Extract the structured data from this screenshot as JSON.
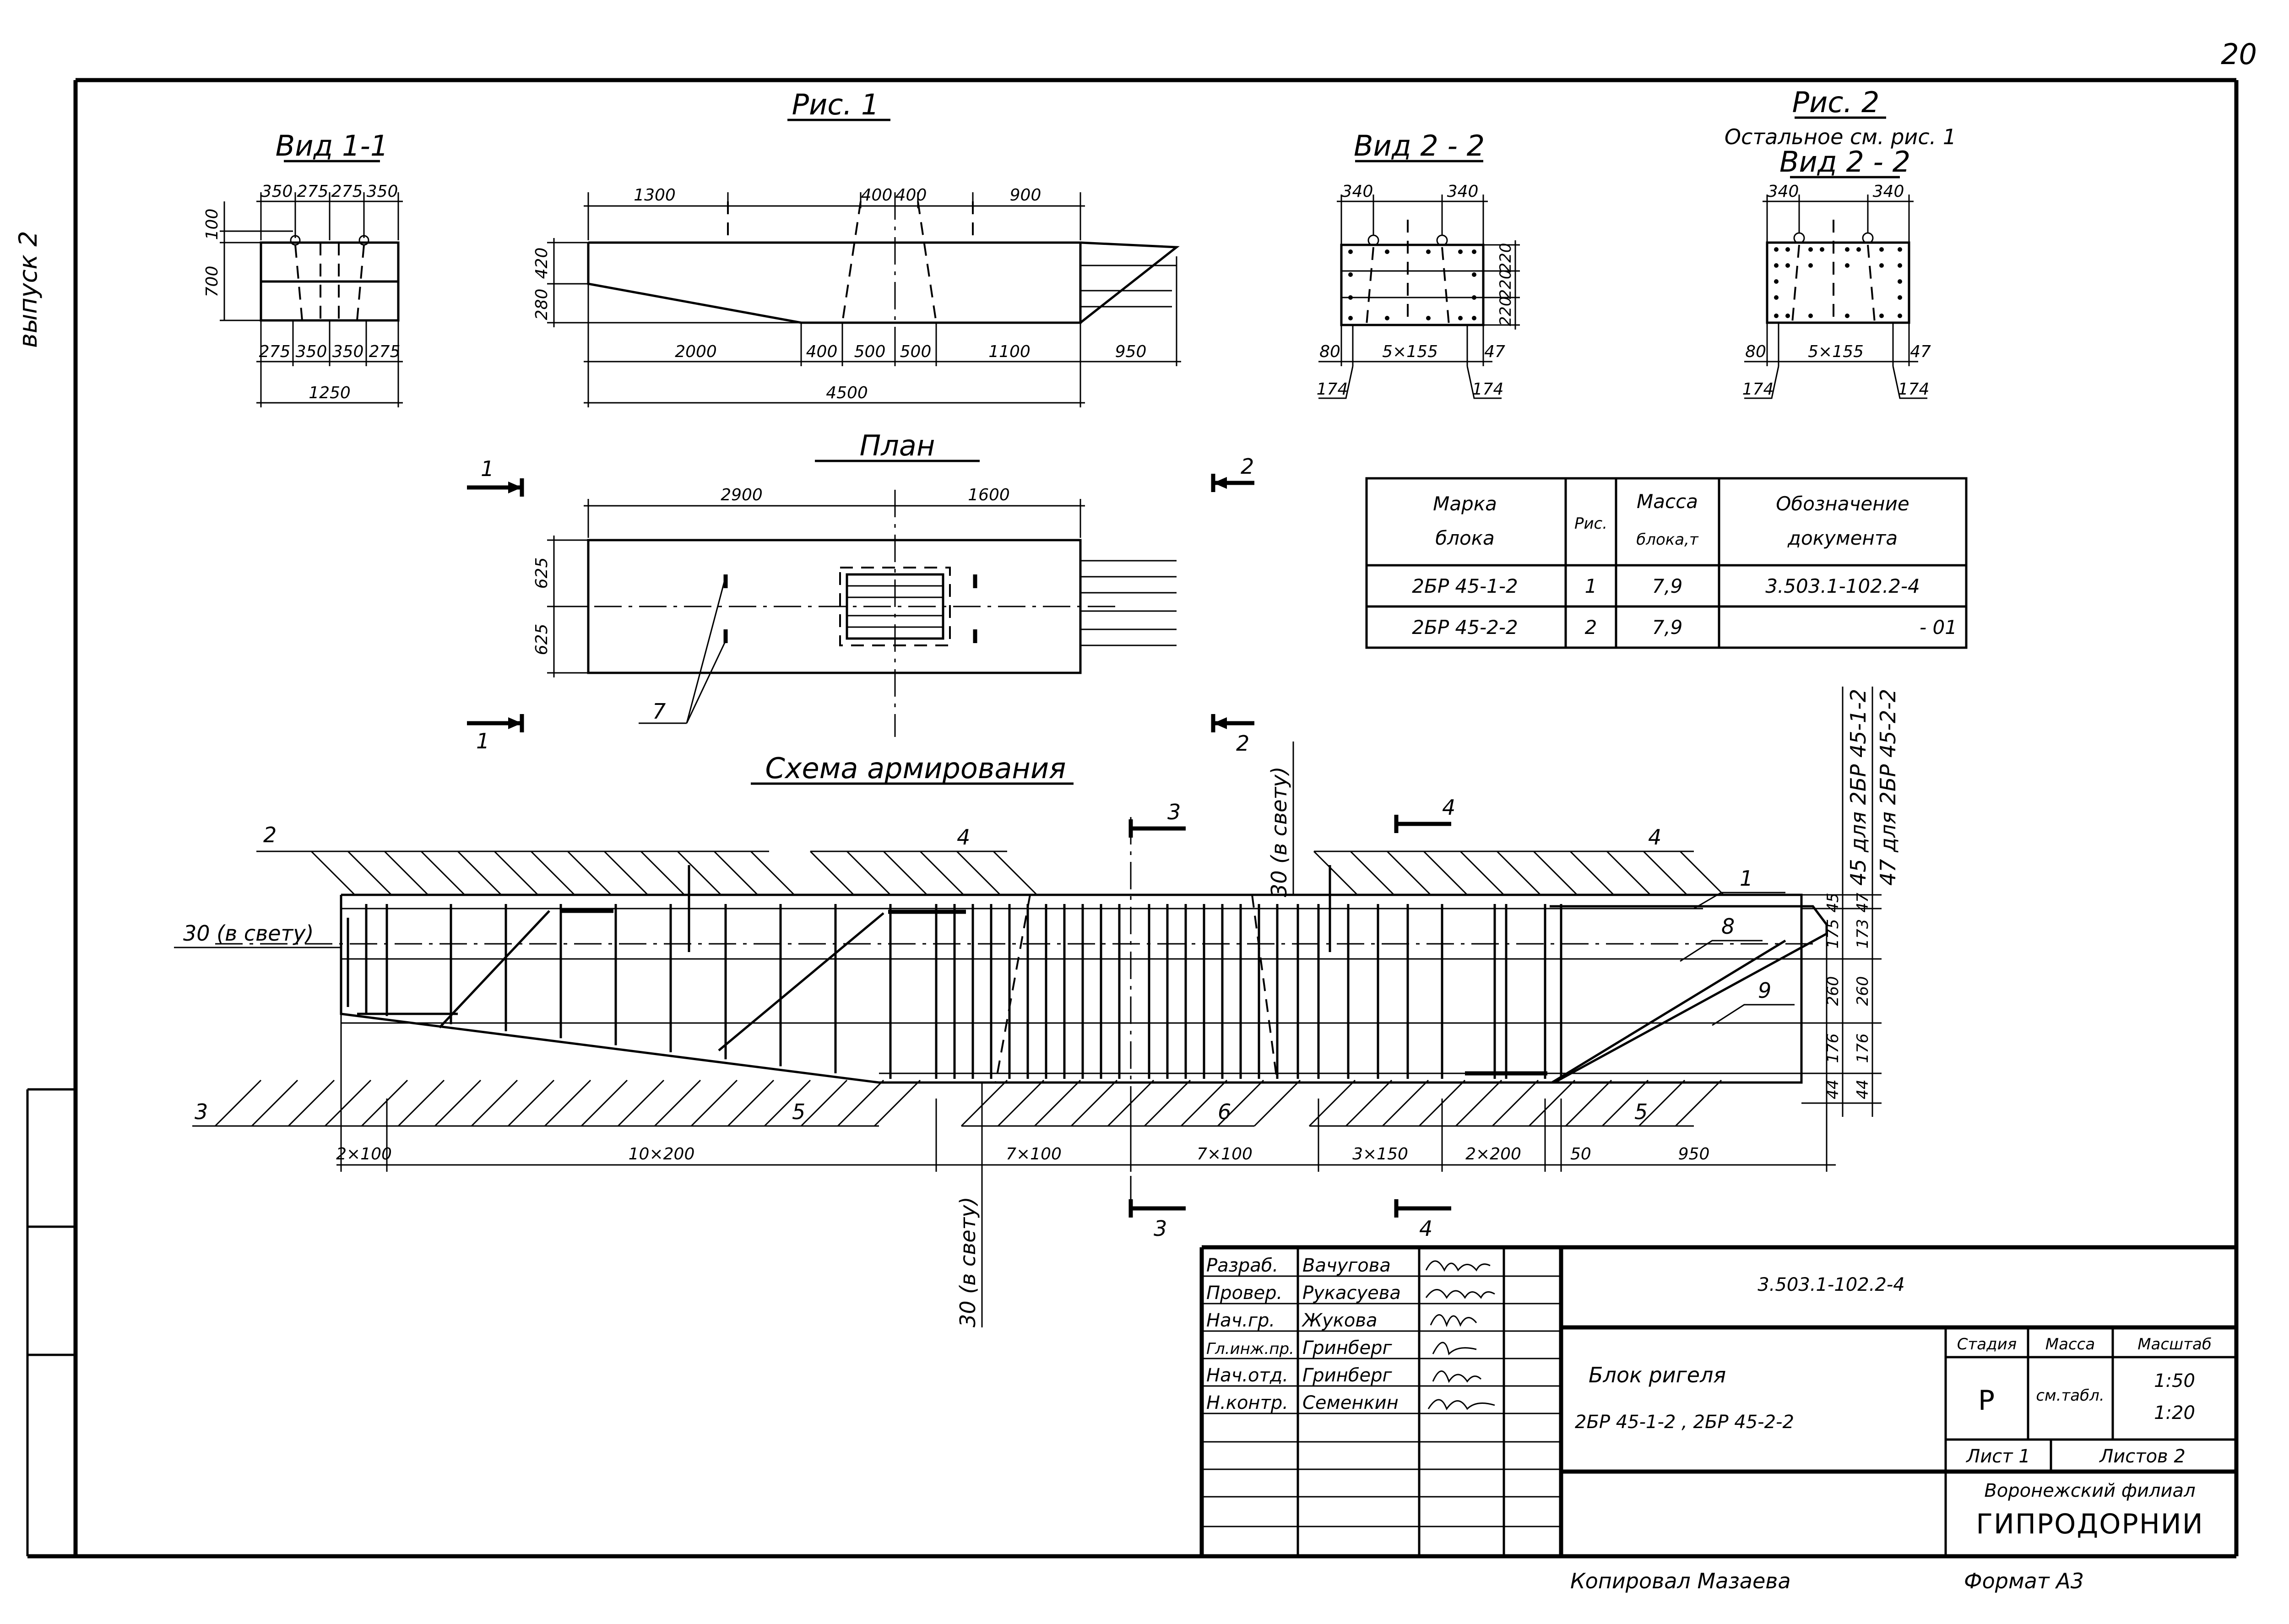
{
  "page_number": "20",
  "side_label": "выпуск 2",
  "fig1": {
    "title": "Рис. 1",
    "elev_dims_top": [
      "1300",
      "400",
      "400",
      "900"
    ],
    "elev_dims_left": [
      "420",
      "280"
    ],
    "elev_dims_bottom": [
      "2000",
      "400",
      "500",
      "500",
      "1100",
      "950"
    ],
    "elev_total": "4500"
  },
  "view11": {
    "title": "Вид 1-1",
    "top_dims": [
      "350",
      "275",
      "275",
      "350"
    ],
    "left_dims": [
      "100",
      "700"
    ],
    "bottom_dims": [
      "275",
      "350",
      "350",
      "275"
    ],
    "total": "1250"
  },
  "view22a": {
    "title": "Вид 2 - 2",
    "top_dims": [
      "340",
      "340"
    ],
    "right_dims": [
      "220",
      "220",
      "220"
    ],
    "bottom_dims": [
      "80",
      "5×155",
      "47"
    ],
    "under_dims": [
      "174",
      "174"
    ]
  },
  "fig2": {
    "title": "Рис. 2",
    "note": "Остальное см. рис. 1",
    "view_title": "Вид 2 - 2",
    "top_dims": [
      "340",
      "340"
    ],
    "bottom_dims": [
      "80",
      "5×155",
      "47"
    ],
    "under_dims": [
      "174",
      "174"
    ]
  },
  "plan": {
    "title": "План",
    "top_dims": [
      "2900",
      "1600"
    ],
    "left_dims": [
      "625",
      "625"
    ],
    "section_marks": [
      "1",
      "1",
      "2",
      "2"
    ],
    "callout": "7"
  },
  "table": {
    "headers": [
      "Марка блока",
      "Рис.",
      "Масса блока,т",
      "Обозначение документа"
    ],
    "rows": [
      [
        "2БР 45-1-2",
        "1",
        "7,9",
        "3.503.1-102.2-4"
      ],
      [
        "2БР 45-2-2",
        "2",
        "7,9",
        "- 01"
      ]
    ]
  },
  "reinf": {
    "title": "Схема армирования",
    "right_labels": [
      "для 2БР 45-1-2",
      "для 2БР 45-2-2"
    ],
    "right_dims_a": [
      "45",
      "175",
      "260",
      "176",
      "44"
    ],
    "right_dims_b": [
      "47",
      "173",
      "260",
      "176",
      "44"
    ],
    "bottom_dims": [
      "2×100",
      "10×200",
      "7×100",
      "7×100",
      "3×150",
      "2×200",
      "50",
      "950"
    ],
    "callouts": [
      "2",
      "4",
      "4",
      "1",
      "8",
      "9",
      "3",
      "5",
      "6",
      "5"
    ],
    "clear_notes": [
      "30 (в свету)",
      "30 (в свету)",
      "30 (в свету)"
    ],
    "section_marks": [
      "3",
      "3",
      "4",
      "4"
    ]
  },
  "stamp": {
    "roles": [
      "Разраб.",
      "Провер.",
      "Нач.гр.",
      "Гл.инж.пр.",
      "Нач.отд.",
      "Н.контр."
    ],
    "names": [
      "Вачугова",
      "Рукасуева",
      "Жукова",
      "Гринберг",
      "Гринберг",
      "Семенкин"
    ],
    "doc_code": "3.503.1-102.2-4",
    "title_line1": "Блок ригеля",
    "title_line2": "2БР 45-1-2 , 2БР 45-2-2",
    "col_headers": [
      "Стадия",
      "Масса",
      "Масштаб"
    ],
    "stage": "Р",
    "mass": "см.табл.",
    "scales": [
      "1:50",
      "1:20"
    ],
    "sheet": "Лист 1",
    "sheets": "Листов 2",
    "org_line1": "Воронежский филиал",
    "org_line2": "ГИПРОДОРНИИ"
  },
  "footer": {
    "copied": "Копировал Мазаева",
    "format": "Формат А3"
  }
}
